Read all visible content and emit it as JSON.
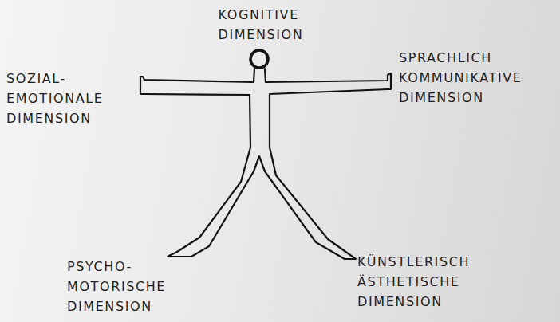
{
  "diagram": {
    "labels": [
      "KOGNITIVE DIMENSION",
      "SOZIAL- EMOTIONALE DIMENSION",
      "SPRACHLICH KOMMUNIKATIVE DIMENSION",
      "PSYCHO- MOTORISCHE DIMENSION",
      "KÜNSTLERISCH ÄSTHETISCHE DIMENSION"
    ]
  }
}
